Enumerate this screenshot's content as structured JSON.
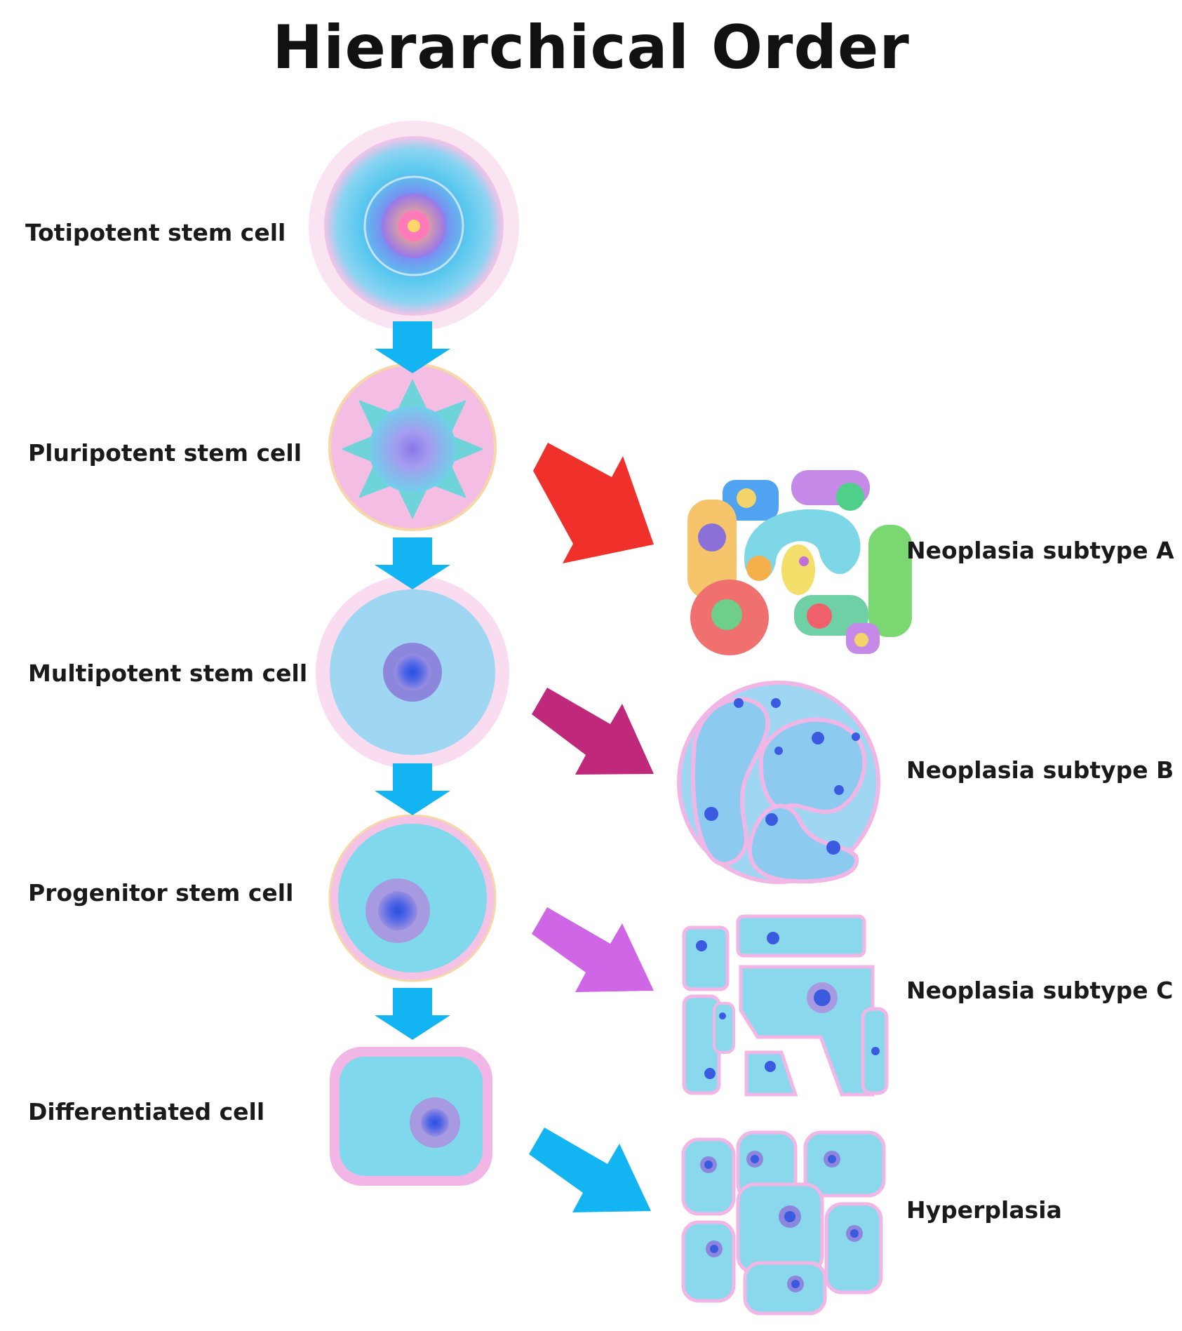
{
  "title": "Hierarchical Order",
  "stages": [
    {
      "label": "Totipotent stem cell"
    },
    {
      "label": "Pluripotent stem cell"
    },
    {
      "label": "Multipotent stem cell"
    },
    {
      "label": "Progenitor stem cell"
    },
    {
      "label": "Differentiated cell"
    }
  ],
  "outcomes": [
    {
      "label": "Neoplasia subtype A",
      "arrow_color": "#f0302a"
    },
    {
      "label": "Neoplasia subtype B",
      "arrow_color": "#c0287c"
    },
    {
      "label": "Neoplasia subtype C",
      "arrow_color": "#cf66e6"
    },
    {
      "label": "Hyperplasia",
      "arrow_color": "#12b4f2"
    }
  ],
  "colors": {
    "down_arrow": "#12b4f2",
    "cytoplasm": "#8fd8ee",
    "membrane": "#f2b6e6",
    "nucleus": "#5a6fe0",
    "nucleus_halo": "#a79ae0"
  }
}
